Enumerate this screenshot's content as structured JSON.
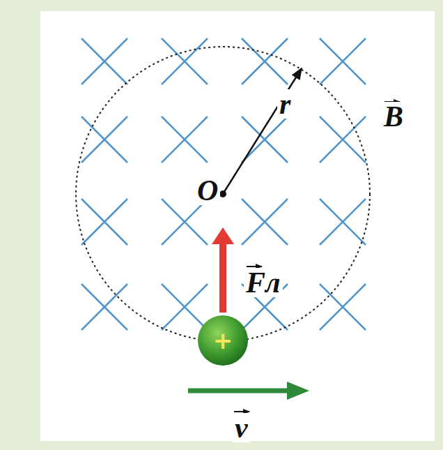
{
  "diagram": {
    "nodes": [
      {
        "text": [
          "+"
        ]
      }
    ],
    "labels": [
      "r",
      "B",
      "O",
      "Fл",
      "v"
    ]
  }
}
